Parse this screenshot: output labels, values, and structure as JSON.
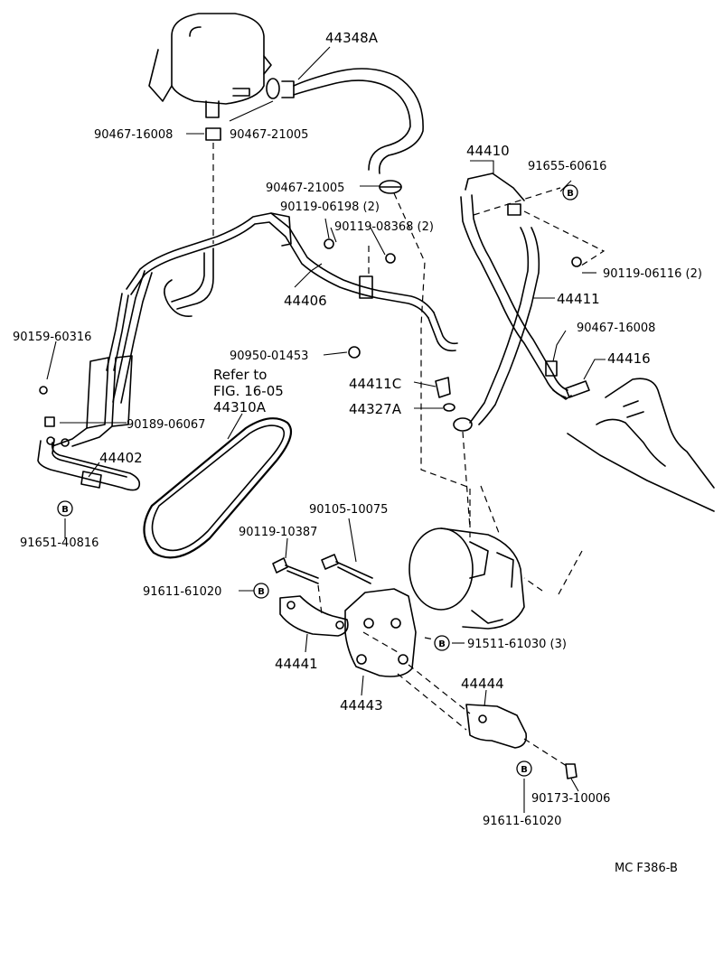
{
  "diagram_code": "MC F386-B",
  "reference_note": [
    "Refer to",
    "FIG. 16-05"
  ],
  "badge_letter": "B",
  "callouts": {
    "p44348A": "44348A",
    "p90467_16008_top": "90467-16008",
    "p90467_21005_top": "90467-21005",
    "p90467_21005_mid": "90467-21005",
    "p90119_06198": "90119-06198 (2)",
    "p90119_08368": "90119-08368 (2)",
    "p44410": "44410",
    "p91655_60616": "91655-60616",
    "p90119_06116": "90119-06116 (2)",
    "p44411": "44411",
    "p44406": "44406",
    "p90467_16008_right": "90467-16008",
    "p44416": "44416",
    "p90159_60316": "90159-60316",
    "p90950_01453": "90950-01453",
    "p44411C": "44411C",
    "p44327A": "44327A",
    "p44310A": "44310A",
    "p90189_06067": "90189-06067",
    "p44402": "44402",
    "p91651_40816": "91651-40816",
    "p90105_10075": "90105-10075",
    "p90119_10387": "90119-10387",
    "p91611_61020_left": "91611-61020",
    "p91511_61030": "91511-61030 (3)",
    "p44441": "44441",
    "p44443": "44443",
    "p44444": "44444",
    "p90173_10006": "90173-10006",
    "p91611_61020_bottom": "91611-61020"
  }
}
